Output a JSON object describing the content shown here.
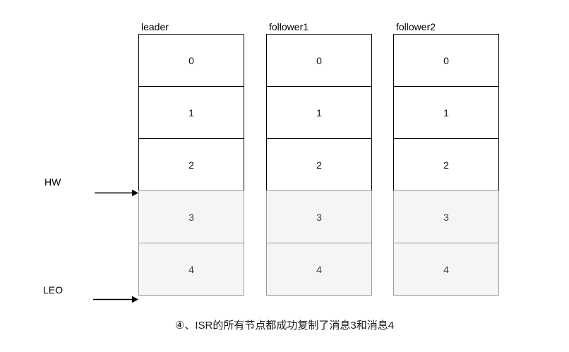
{
  "diagram": {
    "title_hint": "Kafka ISR replication log diagram",
    "caption": "④、ISR的所有节点都成功复制了消息3和消息4",
    "markers": {
      "hw": {
        "label": "HW"
      },
      "leo": {
        "label": "LEO"
      }
    },
    "columns": [
      {
        "label": "leader",
        "cells": [
          {
            "value": "0",
            "shaded": false
          },
          {
            "value": "1",
            "shaded": false
          },
          {
            "value": "2",
            "shaded": false
          },
          {
            "value": "3",
            "shaded": true
          },
          {
            "value": "4",
            "shaded": true
          }
        ]
      },
      {
        "label": "follower1",
        "cells": [
          {
            "value": "0",
            "shaded": false
          },
          {
            "value": "1",
            "shaded": false
          },
          {
            "value": "2",
            "shaded": false
          },
          {
            "value": "3",
            "shaded": true
          },
          {
            "value": "4",
            "shaded": true
          }
        ]
      },
      {
        "label": "follower2",
        "cells": [
          {
            "value": "0",
            "shaded": false
          },
          {
            "value": "1",
            "shaded": false
          },
          {
            "value": "2",
            "shaded": false
          },
          {
            "value": "3",
            "shaded": true
          },
          {
            "value": "4",
            "shaded": true
          }
        ]
      }
    ],
    "colors": {
      "cell_border": "#000000",
      "shaded_fill": "#f5f5f5",
      "shaded_border": "#999999",
      "arrow": "#000000"
    }
  }
}
